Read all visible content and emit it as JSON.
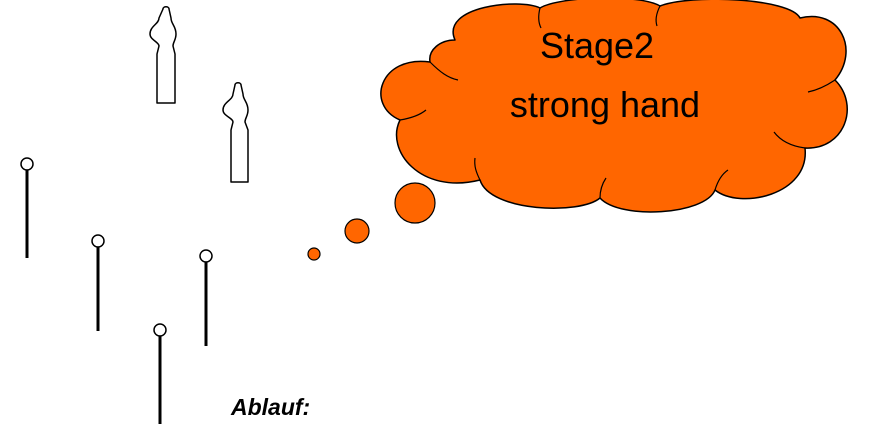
{
  "thought_bubble": {
    "line1": "Stage2",
    "line2": "strong hand",
    "fill_color": "#ff6600",
    "stroke_color": "#000000"
  },
  "caption": {
    "text": "Ablauf:"
  },
  "figures": {
    "pins": 4,
    "targets": 2
  }
}
